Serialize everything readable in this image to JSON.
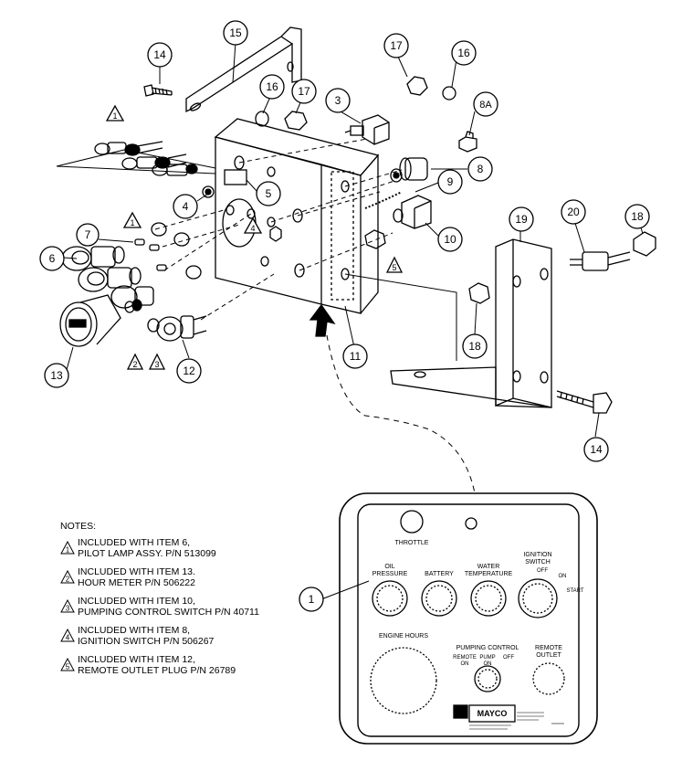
{
  "callouts": [
    "1",
    "3",
    "4",
    "5",
    "6",
    "7",
    "8",
    "8A",
    "9",
    "10",
    "11",
    "12",
    "13",
    "14",
    "14",
    "15",
    "16",
    "16",
    "17",
    "17",
    "18",
    "18",
    "19",
    "20"
  ],
  "triangles": [
    "1",
    "1",
    "2",
    "3",
    "4",
    "5"
  ],
  "panel": {
    "throttle": "THROTTLE",
    "oil_pressure_1": "OIL",
    "oil_pressure_2": "PRESSURE",
    "battery": "BATTERY",
    "water_temp_1": "WATER",
    "water_temp_2": "TEMPERATURE",
    "ignition_1": "IGNITION",
    "ignition_2": "SWITCH",
    "off": "OFF",
    "on": "ON",
    "start": "START",
    "engine_hours": "ENGINE HOURS",
    "pumping_control": "PUMPING CONTROL",
    "remote_1": "REMOTE",
    "remote_2": "ON",
    "pump_1": "PUMP",
    "pump_2": "ON",
    "pump_off": "OFF",
    "remote_outlet_1": "REMOTE",
    "remote_outlet_2": "OUTLET",
    "brand": "MAYCO"
  },
  "notes": {
    "title": "NOTES:",
    "items": [
      {
        "num": "1",
        "line1": "INCLUDED WITH ITEM 6,",
        "line2": "PILOT LAMP ASSY. P/N 513099"
      },
      {
        "num": "2",
        "line1": "INCLUDED WITH ITEM 13.",
        "line2": "HOUR METER P/N 506222"
      },
      {
        "num": "3",
        "line1": "INCLUDED WITH ITEM 10,",
        "line2": "PUMPING CONTROL SWITCH P/N 40711"
      },
      {
        "num": "4",
        "line1": "INCLUDED WITH ITEM 8,",
        "line2": "IGNITION SWITCH P/N 506267"
      },
      {
        "num": "5",
        "line1": "INCLUDED WITH ITEM 12,",
        "line2": "REMOTE OUTLET PLUG P/N 26789"
      }
    ]
  }
}
